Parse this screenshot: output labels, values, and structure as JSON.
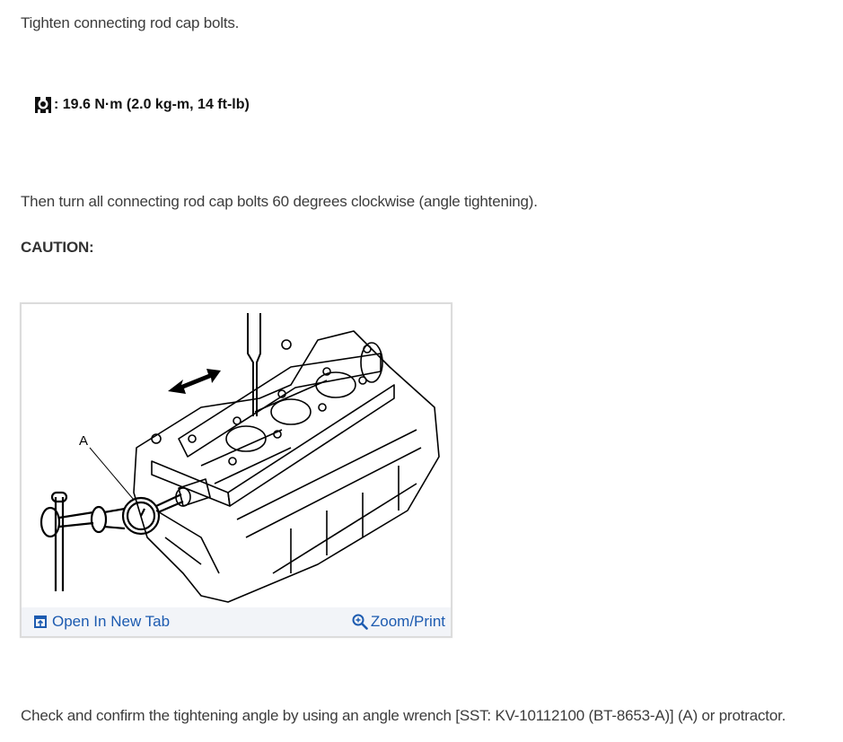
{
  "step": {
    "instruction": "Tighten connecting rod cap bolts.",
    "torque_icon": "torque-wrench-icon",
    "torque_spec": ": 19.6 N·m (2.0 kg-m, 14 ft-lb)",
    "angle_instruction": "Then turn all connecting rod cap bolts 60 degrees clockwise (angle tightening).",
    "caution_label": "CAUTION:"
  },
  "figure": {
    "description": "Engine block illustration with angle wrench dial gauge",
    "callout_label": "A",
    "open_new_tab_icon": "open-new-tab-icon",
    "open_new_tab_label": "Open In New Tab",
    "zoom_icon": "zoom-in-icon",
    "zoom_label": "Zoom/Print",
    "link_color": "#1d5bb0",
    "bar_color": "#f2f4f8"
  },
  "footer_text": "Check and confirm the tightening angle by using an angle wrench [SST: KV-10112100 (BT-8653-A)] (A) or protractor."
}
